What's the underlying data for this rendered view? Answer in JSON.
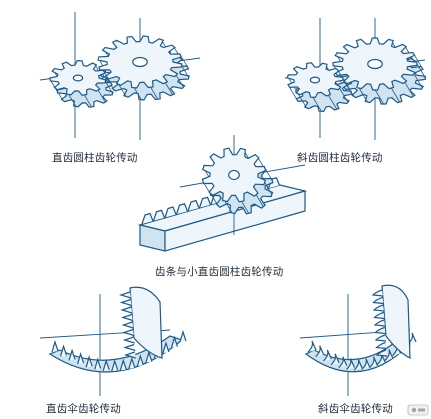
{
  "diagram": {
    "colors": {
      "stroke": "#1f5a86",
      "gear_fill": "#eef6fb",
      "gear_shade": "#cfe3f1",
      "axis": "#1f5a86",
      "caption": "#1e2a38"
    },
    "panels": [
      {
        "id": "spur-gear",
        "caption": "直齿圆柱齿轮传动"
      },
      {
        "id": "helical-gear",
        "caption": "斜齿圆柱齿轮传动"
      },
      {
        "id": "rack-pinion",
        "caption": "齿条与小直齿圆柱齿轮传动"
      },
      {
        "id": "straight-bevel",
        "caption": "直齿伞齿轮传动"
      },
      {
        "id": "spiral-bevel",
        "caption": "斜齿伞齿轮传动"
      }
    ]
  }
}
